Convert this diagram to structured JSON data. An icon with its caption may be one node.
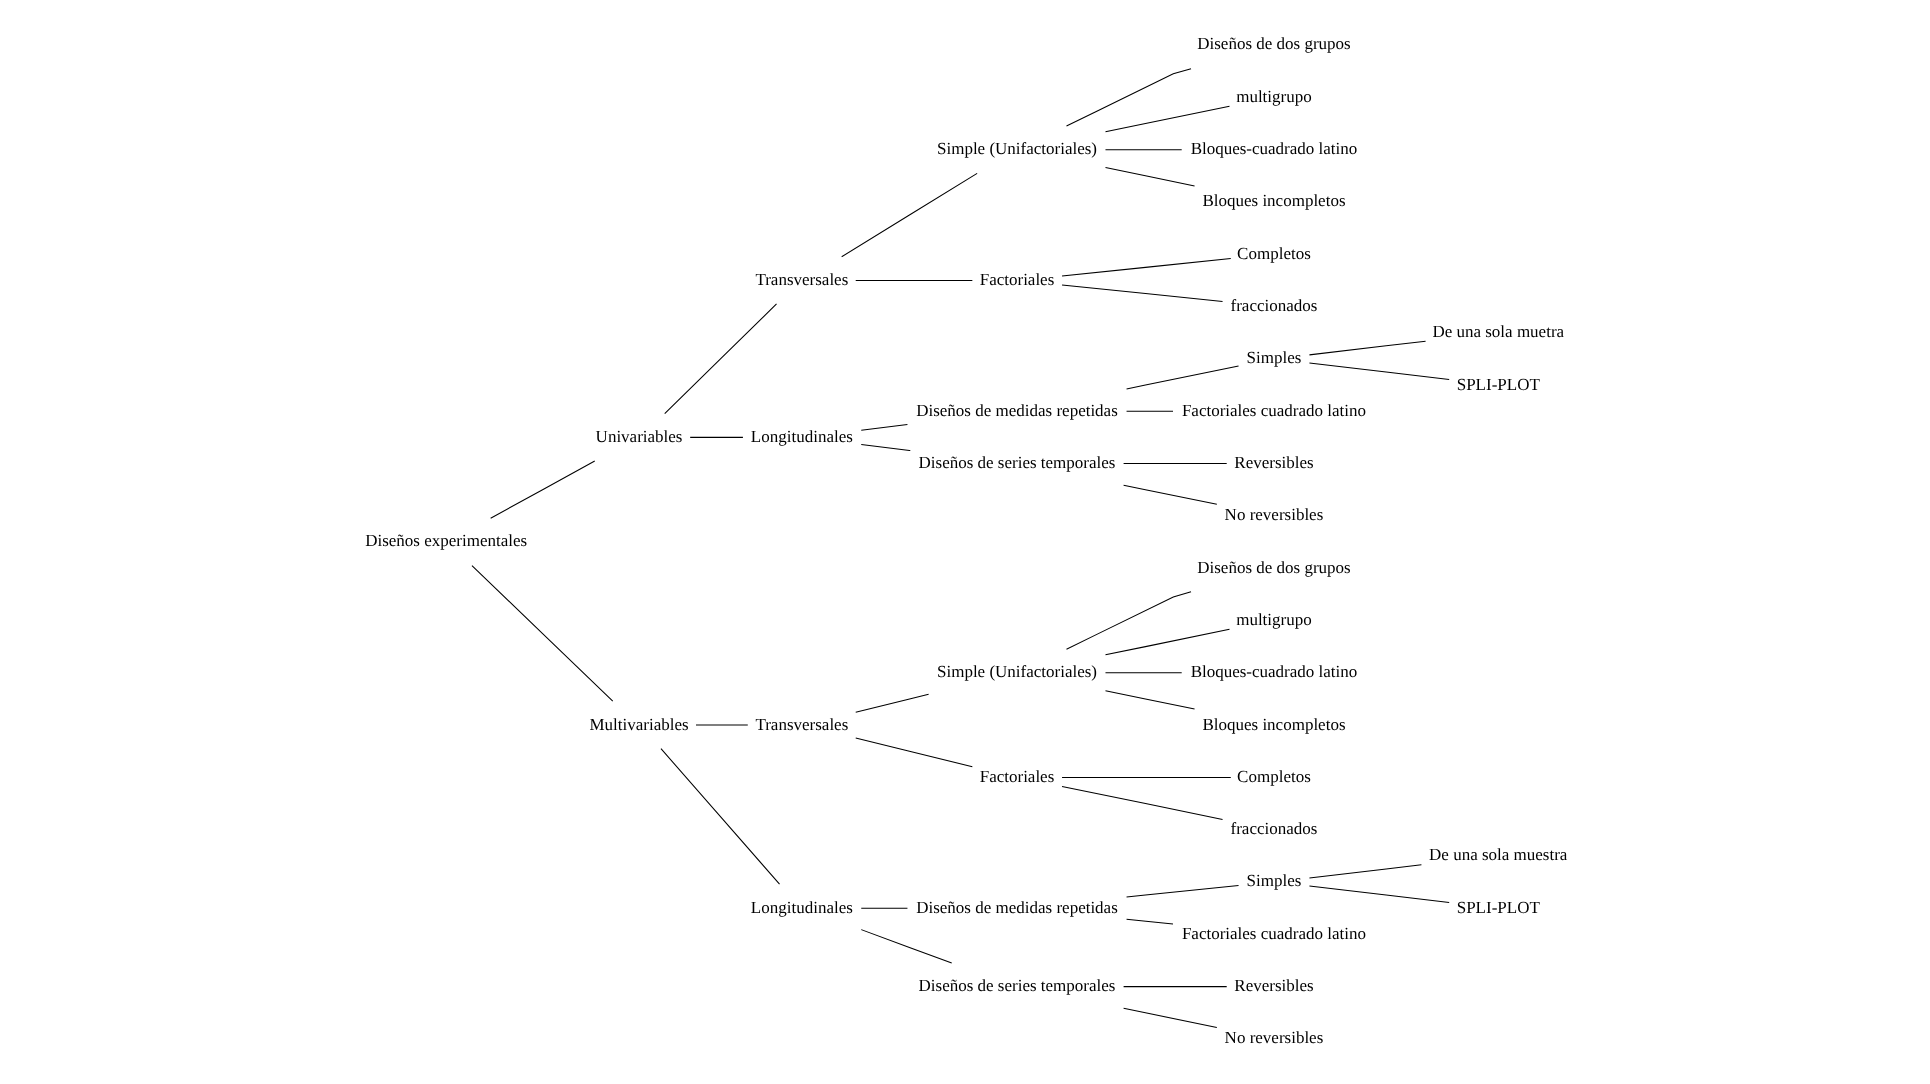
{
  "diagram": {
    "nodes": [
      {
        "text": [
          "Diseños experimentales"
        ]
      },
      {
        "text": [
          "Univariables"
        ]
      },
      {
        "text": [
          "Transversales"
        ]
      },
      {
        "text": [
          "Simple (Unifactoriales)"
        ]
      },
      {
        "text": [
          "Diseños de dos grupos"
        ]
      },
      {
        "text": [
          "multigrupo"
        ]
      },
      {
        "text": [
          "Bloques-cuadrado latino"
        ]
      },
      {
        "text": [
          "Bloques incompletos"
        ]
      },
      {
        "text": [
          "Factoriales"
        ]
      },
      {
        "text": [
          "Completos"
        ]
      },
      {
        "text": [
          "fraccionados"
        ]
      },
      {
        "text": [
          "Longitudinales"
        ]
      },
      {
        "text": [
          "Diseños de medidas repetidas"
        ]
      },
      {
        "text": [
          "Simples"
        ]
      },
      {
        "text": [
          "De una sola muetra"
        ]
      },
      {
        "text": [
          "SPLI-PLOT"
        ]
      },
      {
        "text": [
          "Factoriales cuadrado latino"
        ]
      },
      {
        "text": [
          "Diseños de series temporales"
        ]
      },
      {
        "text": [
          "Reversibles"
        ]
      },
      {
        "text": [
          "No reversibles"
        ]
      },
      {
        "text": [
          "Multivariables"
        ]
      },
      {
        "text": [
          "Transversales"
        ]
      },
      {
        "text": [
          "Simple (Unifactoriales)"
        ]
      },
      {
        "text": [
          "Diseños de dos grupos"
        ]
      },
      {
        "text": [
          "multigrupo"
        ]
      },
      {
        "text": [
          "Bloques-cuadrado latino"
        ]
      },
      {
        "text": [
          "Bloques incompletos"
        ]
      },
      {
        "text": [
          "Factoriales"
        ]
      },
      {
        "text": [
          "Completos"
        ]
      },
      {
        "text": [
          "fraccionados"
        ]
      },
      {
        "text": [
          "Longitudinales"
        ]
      },
      {
        "text": [
          "Diseños de medidas repetidas"
        ]
      },
      {
        "text": [
          "Simples"
        ]
      },
      {
        "text": [
          "De una sola muestra"
        ]
      },
      {
        "text": [
          "SPLI-PLOT"
        ]
      },
      {
        "text": [
          "Factoriales cuadrado latino"
        ]
      },
      {
        "text": [
          "Diseños de series temporales"
        ]
      },
      {
        "text": [
          "Reversibles"
        ]
      },
      {
        "text": [
          "No reversibles"
        ]
      }
    ],
    "edges": [
      {
        "from": 0,
        "to": 1,
        "arrow": "none"
      },
      {
        "from": 0,
        "to": 20,
        "arrow": "none"
      },
      {
        "from": 1,
        "to": 2,
        "arrow": "none"
      },
      {
        "from": 1,
        "to": 11,
        "arrow": "none"
      },
      {
        "from": 2,
        "to": 3,
        "arrow": "none"
      },
      {
        "from": 2,
        "to": 8,
        "arrow": "none"
      },
      {
        "from": 3,
        "to": 4,
        "arrow": "none"
      },
      {
        "from": 3,
        "to": 5,
        "arrow": "none"
      },
      {
        "from": 3,
        "to": 6,
        "arrow": "none"
      },
      {
        "from": 3,
        "to": 7,
        "arrow": "none"
      },
      {
        "from": 8,
        "to": 9,
        "arrow": "none"
      },
      {
        "from": 8,
        "to": 10,
        "arrow": "none"
      },
      {
        "from": 11,
        "to": 12,
        "arrow": "none"
      },
      {
        "from": 11,
        "to": 17,
        "arrow": "none"
      },
      {
        "from": 12,
        "to": 13,
        "arrow": "none"
      },
      {
        "from": 12,
        "to": 16,
        "arrow": "none"
      },
      {
        "from": 13,
        "to": 14,
        "arrow": "none"
      },
      {
        "from": 13,
        "to": 15,
        "arrow": "none"
      },
      {
        "from": 17,
        "to": 18,
        "arrow": "none"
      },
      {
        "from": 17,
        "to": 19,
        "arrow": "none"
      },
      {
        "from": 20,
        "to": 21,
        "arrow": "none"
      },
      {
        "from": 20,
        "to": 30,
        "arrow": "none"
      },
      {
        "from": 21,
        "to": 22,
        "arrow": "none"
      },
      {
        "from": 21,
        "to": 27,
        "arrow": "none"
      },
      {
        "from": 22,
        "to": 23,
        "arrow": "none"
      },
      {
        "from": 22,
        "to": 24,
        "arrow": "none"
      },
      {
        "from": 22,
        "to": 25,
        "arrow": "none"
      },
      {
        "from": 22,
        "to": 26,
        "arrow": "none"
      },
      {
        "from": 27,
        "to": 28,
        "arrow": "none"
      },
      {
        "from": 27,
        "to": 29,
        "arrow": "none"
      },
      {
        "from": 30,
        "to": 31,
        "arrow": "none"
      },
      {
        "from": 30,
        "to": 36,
        "arrow": "none"
      },
      {
        "from": 31,
        "to": 32,
        "arrow": "none"
      },
      {
        "from": 31,
        "to": 35,
        "arrow": "none"
      },
      {
        "from": 32,
        "to": 33,
        "arrow": "none"
      },
      {
        "from": 32,
        "to": 34,
        "arrow": "none"
      },
      {
        "from": 36,
        "to": 37,
        "arrow": "none"
      },
      {
        "from": 36,
        "to": 38,
        "arrow": "none"
      }
    ]
  }
}
